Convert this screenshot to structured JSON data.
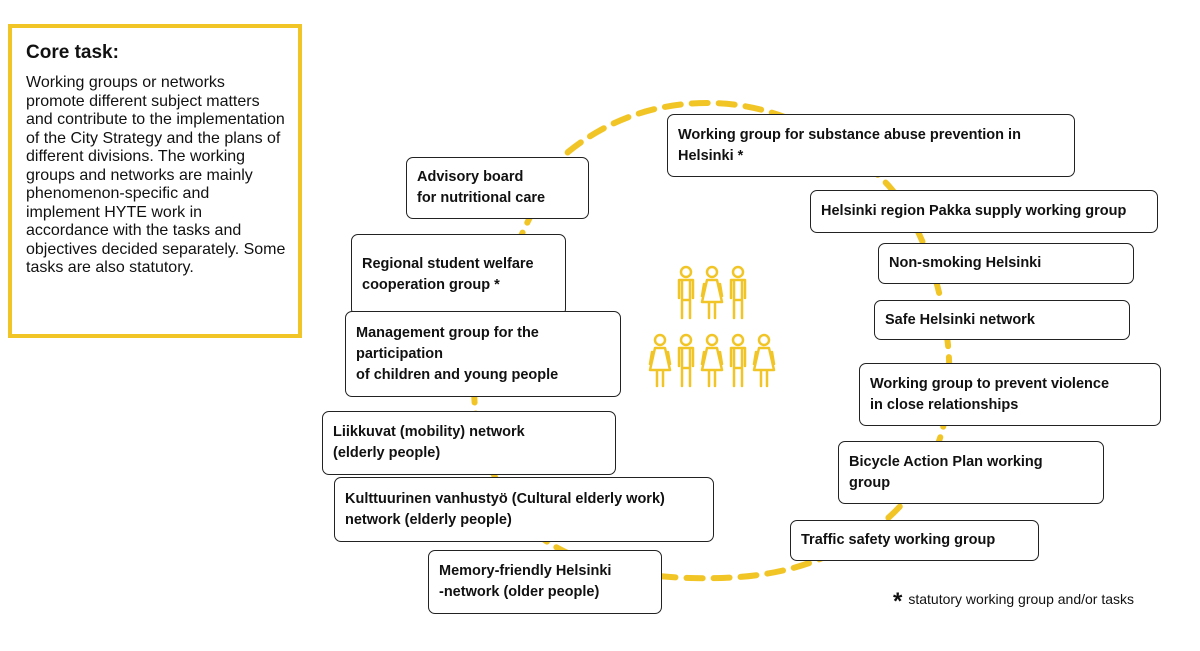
{
  "core": {
    "title": "Core task:",
    "text": "Working groups or networks promote different subject matters and contribute to the implementation of the City Strategy and the plans of different divisions. The working groups and networks are mainly phenomenon-specific and implement HYTE work in accordance with the tasks and objectives decided separately. Some tasks are also statutory."
  },
  "left_groups": [
    {
      "line1": "Advisory board",
      "line2": "for nutritional care"
    },
    {
      "line1": "Regional student welfare",
      "line2": "cooperation group *"
    },
    {
      "line1": "Management group for the",
      "line2": "participation",
      "line3": "of children and young people"
    },
    {
      "line1": "Liikkuvat (mobility) network",
      "line2": "(elderly people)"
    },
    {
      "line1": "Kulttuurinen vanhustyö (Cultural elderly work)",
      "line2": "network (elderly people)"
    },
    {
      "line1": "Memory-friendly Helsinki",
      "line2": "-network (older people)"
    }
  ],
  "right_groups": [
    {
      "line1": "Working group for substance abuse prevention in",
      "line2": "Helsinki *"
    },
    {
      "line1": "Helsinki region Pakka supply working group"
    },
    {
      "line1": "Non-smoking Helsinki"
    },
    {
      "line1": "Safe Helsinki network"
    },
    {
      "line1": "Working group to prevent violence",
      "line2": "in close relationships"
    },
    {
      "line1": "Bicycle Action Plan working",
      "line2": "group"
    },
    {
      "line1": "Traffic safety working group"
    }
  ],
  "footnote": {
    "symbol": "*",
    "text": "statutory working group and/or tasks"
  },
  "colors": {
    "accent": "#f2c527",
    "border": "#222222"
  },
  "icons": {
    "center": "people-group-icon"
  }
}
